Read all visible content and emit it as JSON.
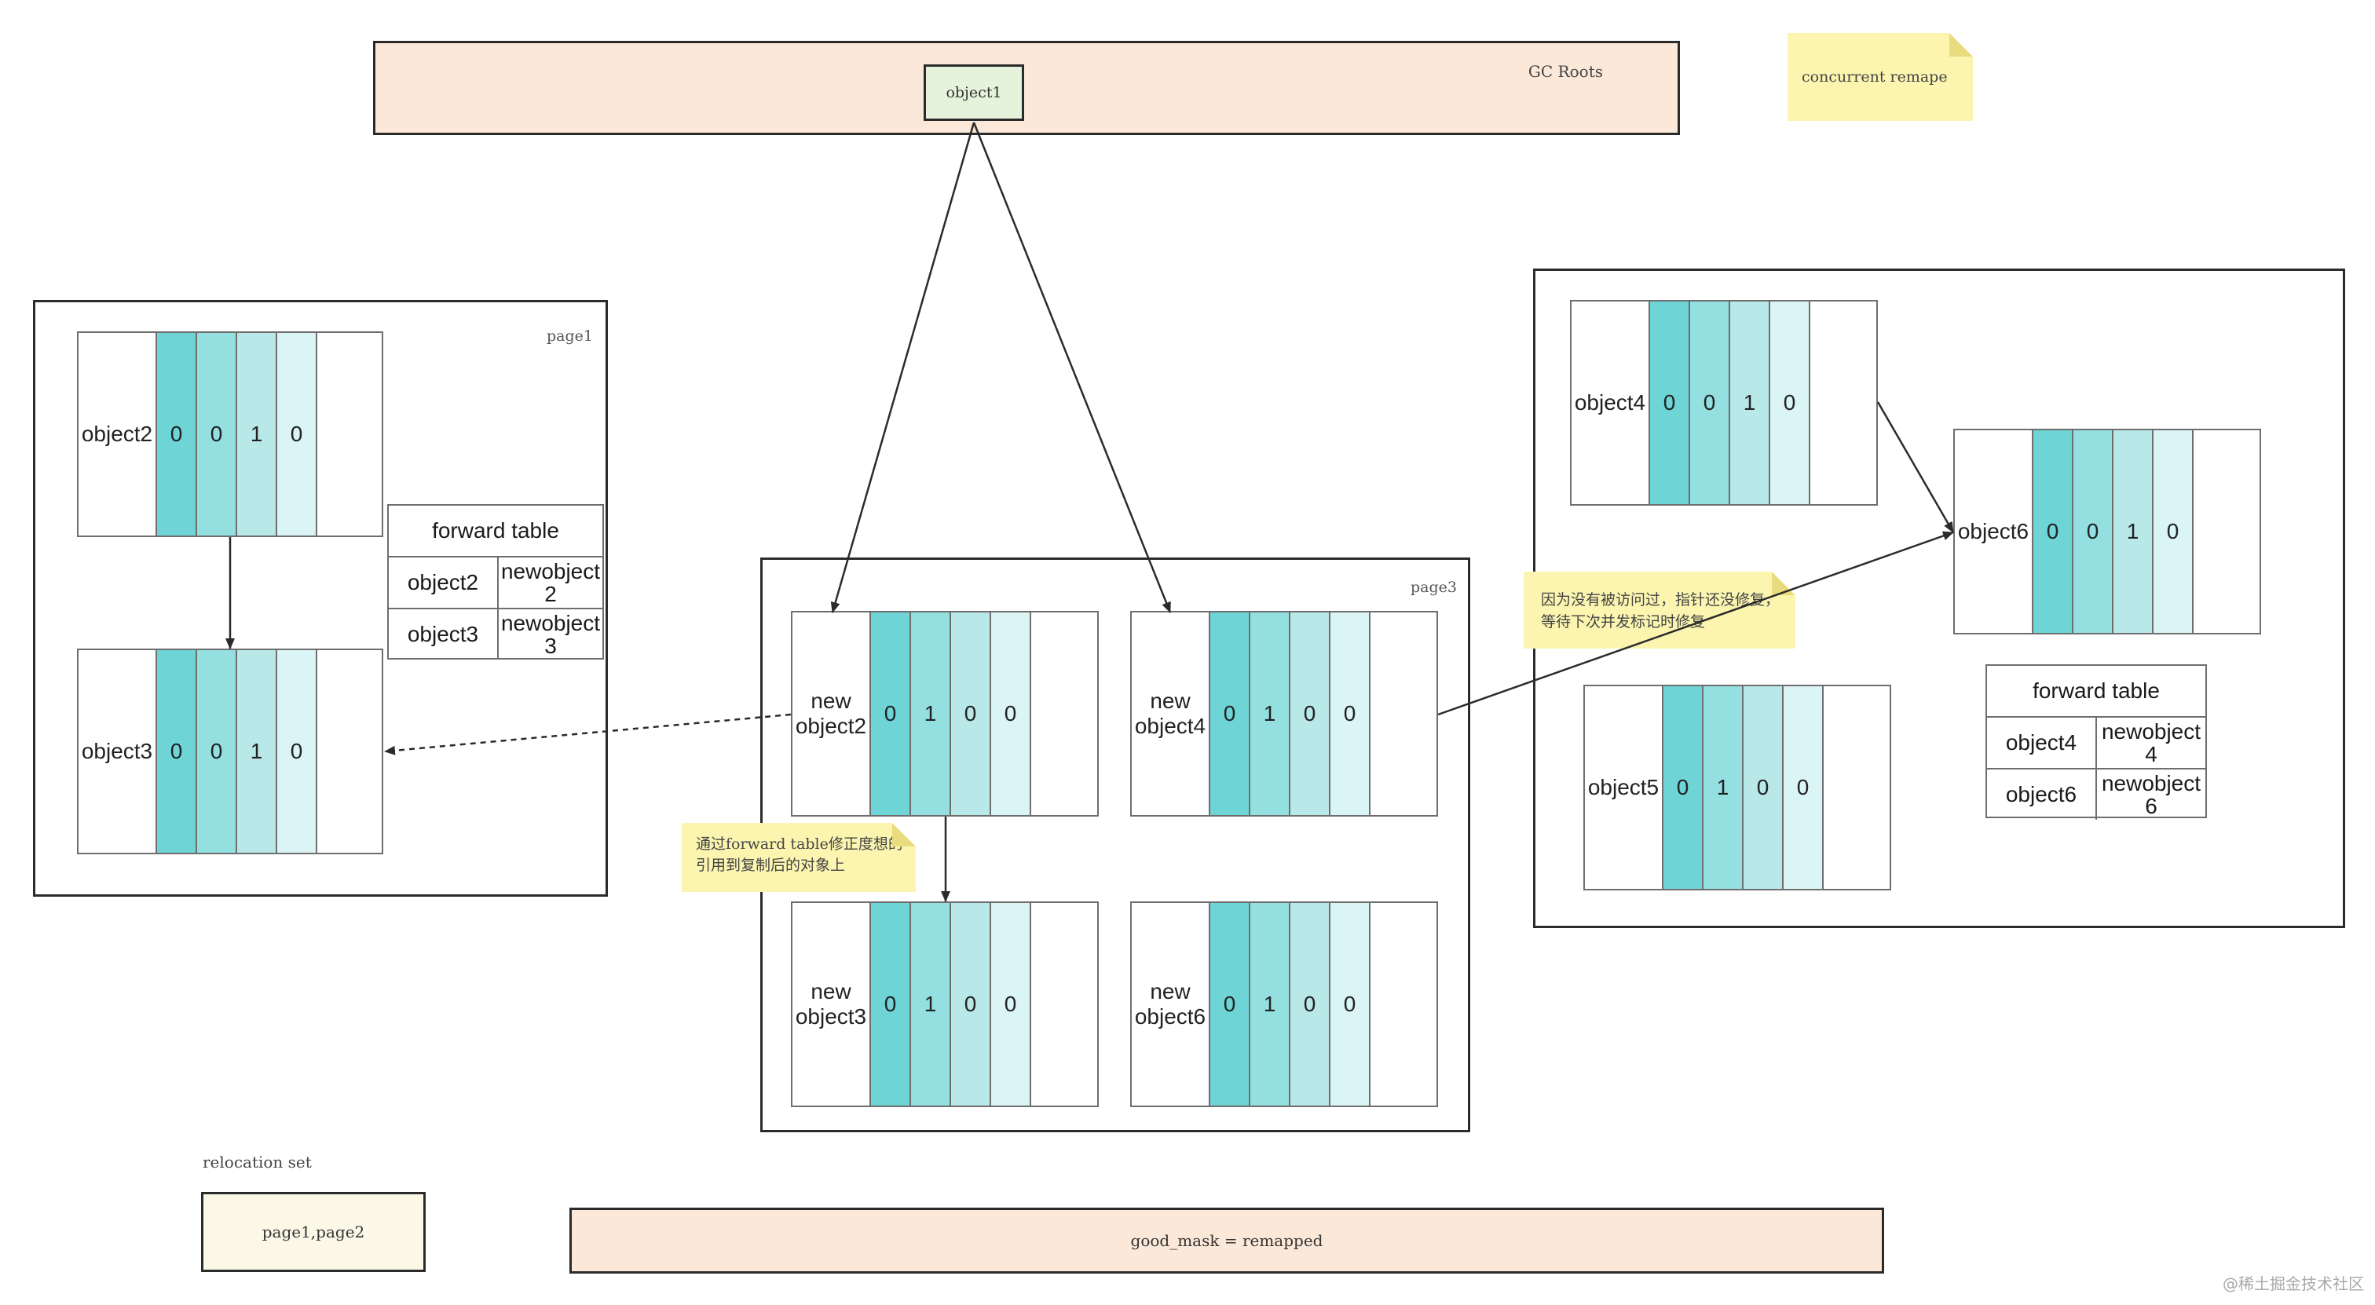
{
  "gc_roots": {
    "label": "GC Roots",
    "object": "object1"
  },
  "notes": {
    "concurrent_remap": "concurrent remape",
    "forward_fix": "通过forward table修正度想的引用到复制后的对象上",
    "not_visited": "因为没有被访问过，指针还没修复，等待下次并发标记时修复"
  },
  "page1": {
    "label": "page1",
    "objects": [
      {
        "name": "object2",
        "bits": [
          "0",
          "0",
          "1",
          "0"
        ]
      },
      {
        "name": "object3",
        "bits": [
          "0",
          "0",
          "1",
          "0"
        ]
      }
    ],
    "forward_table": {
      "title": "forward table",
      "rows": [
        {
          "from": "object2",
          "to": "newobject 2"
        },
        {
          "from": "object3",
          "to": "newobject 3"
        }
      ]
    }
  },
  "page3": {
    "label": "page3",
    "objects": [
      {
        "name": "new object2",
        "bits": [
          "0",
          "1",
          "0",
          "0"
        ]
      },
      {
        "name": "new object4",
        "bits": [
          "0",
          "1",
          "0",
          "0"
        ]
      },
      {
        "name": "new object3",
        "bits": [
          "0",
          "1",
          "0",
          "0"
        ]
      },
      {
        "name": "new object6",
        "bits": [
          "0",
          "1",
          "0",
          "0"
        ]
      }
    ]
  },
  "page2": {
    "objects": [
      {
        "name": "object4",
        "bits": [
          "0",
          "0",
          "1",
          "0"
        ]
      },
      {
        "name": "object6",
        "bits": [
          "0",
          "0",
          "1",
          "0"
        ]
      },
      {
        "name": "object5",
        "bits": [
          "0",
          "1",
          "0",
          "0"
        ]
      }
    ],
    "forward_table": {
      "title": "forward table",
      "rows": [
        {
          "from": "object4",
          "to": "newobject 4"
        },
        {
          "from": "object6",
          "to": "newobject 6"
        }
      ]
    }
  },
  "relocation_set": {
    "label": "relocation set",
    "value": "page1,page2"
  },
  "good_mask": "good_mask = remapped",
  "watermark": "@稀土掘金技术社区",
  "colors": {
    "bit0": "#6ed4d6",
    "bit1": "#94dfe0",
    "bit2": "#b9e8e9",
    "bit3": "#dbf4f5",
    "roots_fill": "#fbe8d8",
    "note_fill": "#fbf5b0"
  }
}
